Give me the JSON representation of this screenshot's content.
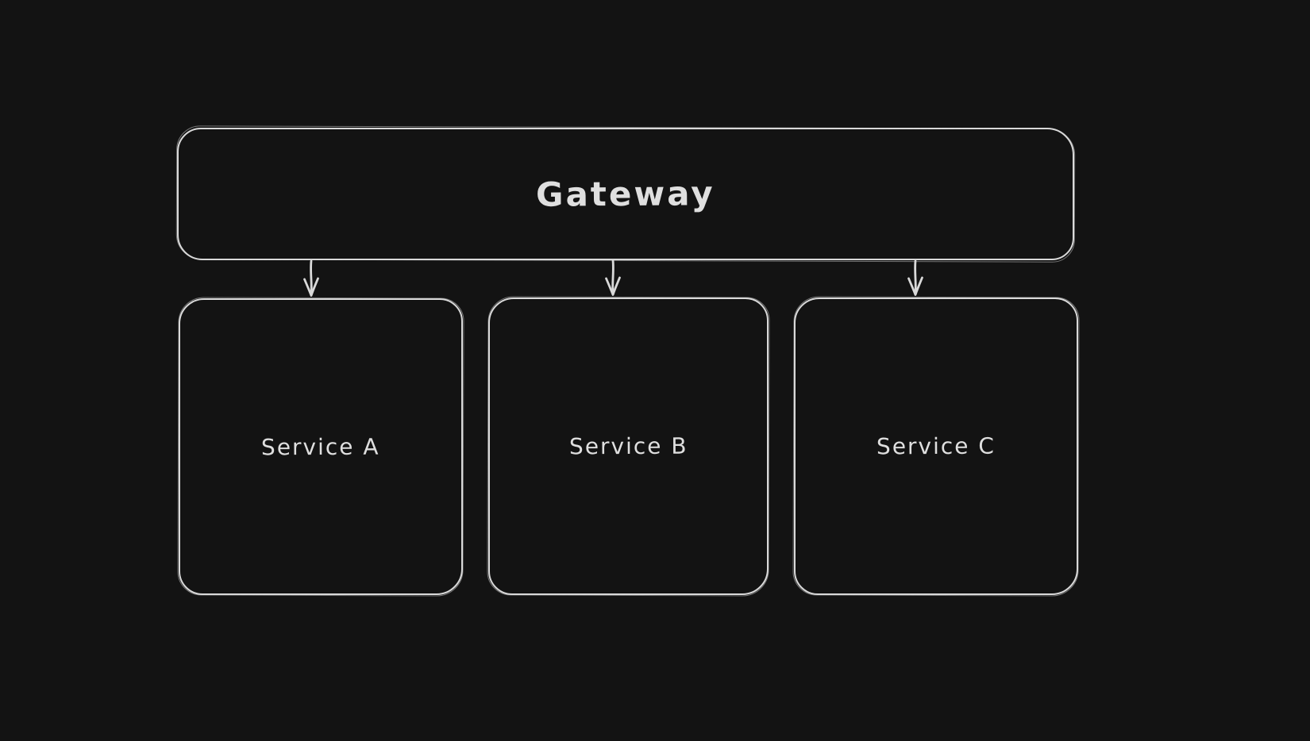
{
  "canvas": {
    "background_color": "#131313",
    "stroke_color": "#d9d9d9",
    "text_color": "#dfdfdf"
  },
  "diagram": {
    "nodes": {
      "gateway": {
        "label": "Gateway"
      },
      "service_a": {
        "label": "Service A"
      },
      "service_b": {
        "label": "Service B"
      },
      "service_c": {
        "label": "Service C"
      }
    },
    "edges": [
      {
        "from": "Gateway",
        "to": "Service A",
        "direction": "down"
      },
      {
        "from": "Gateway",
        "to": "Service B",
        "direction": "down"
      },
      {
        "from": "Gateway",
        "to": "Service C",
        "direction": "down"
      }
    ]
  }
}
